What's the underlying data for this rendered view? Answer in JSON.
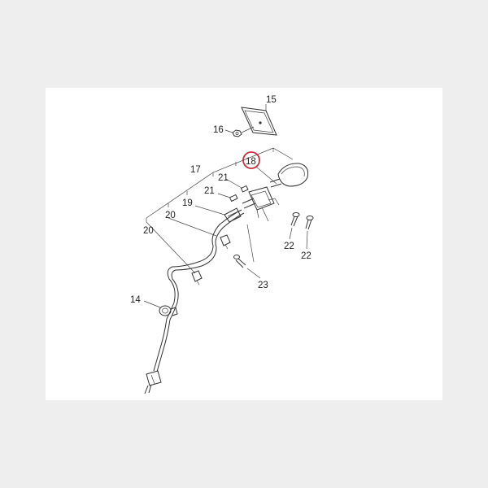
{
  "callouts": {
    "c14": "14",
    "c15": "15",
    "c16": "16",
    "c17": "17",
    "c18": "18",
    "c19": "19",
    "c20a": "20",
    "c20b": "20",
    "c21a": "21",
    "c21b": "21",
    "c22a": "22",
    "c22b": "22",
    "c23": "23"
  },
  "colors": {
    "highlight_ring": "#c8323c",
    "line": "#333333",
    "paper": "#ffffff",
    "frame": "#eeeeee"
  }
}
